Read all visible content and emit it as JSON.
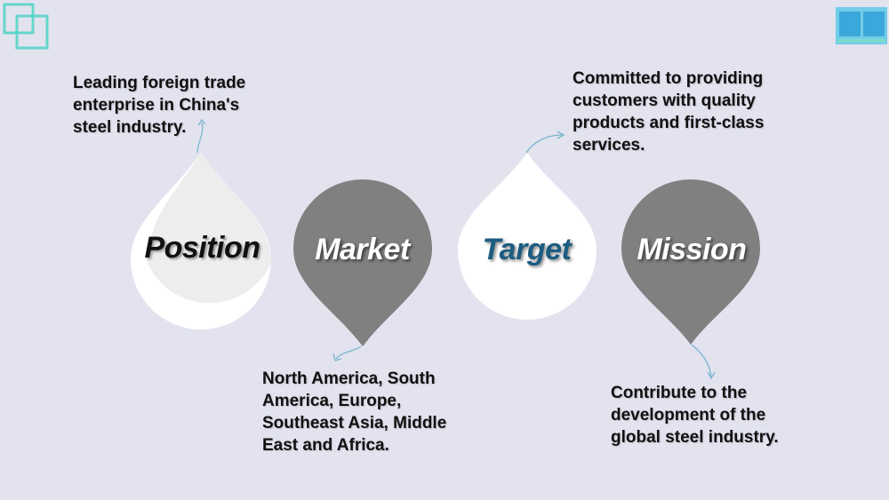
{
  "colors": {
    "background": "#e2e3ef",
    "dark_drop": "#808080",
    "light_drop": "#ffffff",
    "light_drop_shade": "#ededed",
    "arrow": "#79b6cf",
    "target_text": "#1d5c80",
    "logo_accent": "#4fd3c5"
  },
  "icons": {
    "top_left": "overlapping-squares-logo",
    "top_right": "blue-panel-logo"
  },
  "items": [
    {
      "label": "Position",
      "style": "light",
      "arrow_direction": "up",
      "description": "Leading foreign trade\nenterprise in China's\nsteel industry."
    },
    {
      "label": "Market",
      "style": "dark",
      "arrow_direction": "down",
      "description": "North America, South\nAmerica, Europe,\nSoutheast Asia, Middle\nEast and Africa."
    },
    {
      "label": "Target",
      "style": "light",
      "arrow_direction": "up",
      "description": "Committed to providing\ncustomers with quality\nproducts and first-class\nservices."
    },
    {
      "label": "Mission",
      "style": "dark",
      "arrow_direction": "down",
      "description": "Contribute to the\ndevelopment of the\nglobal steel industry."
    }
  ]
}
